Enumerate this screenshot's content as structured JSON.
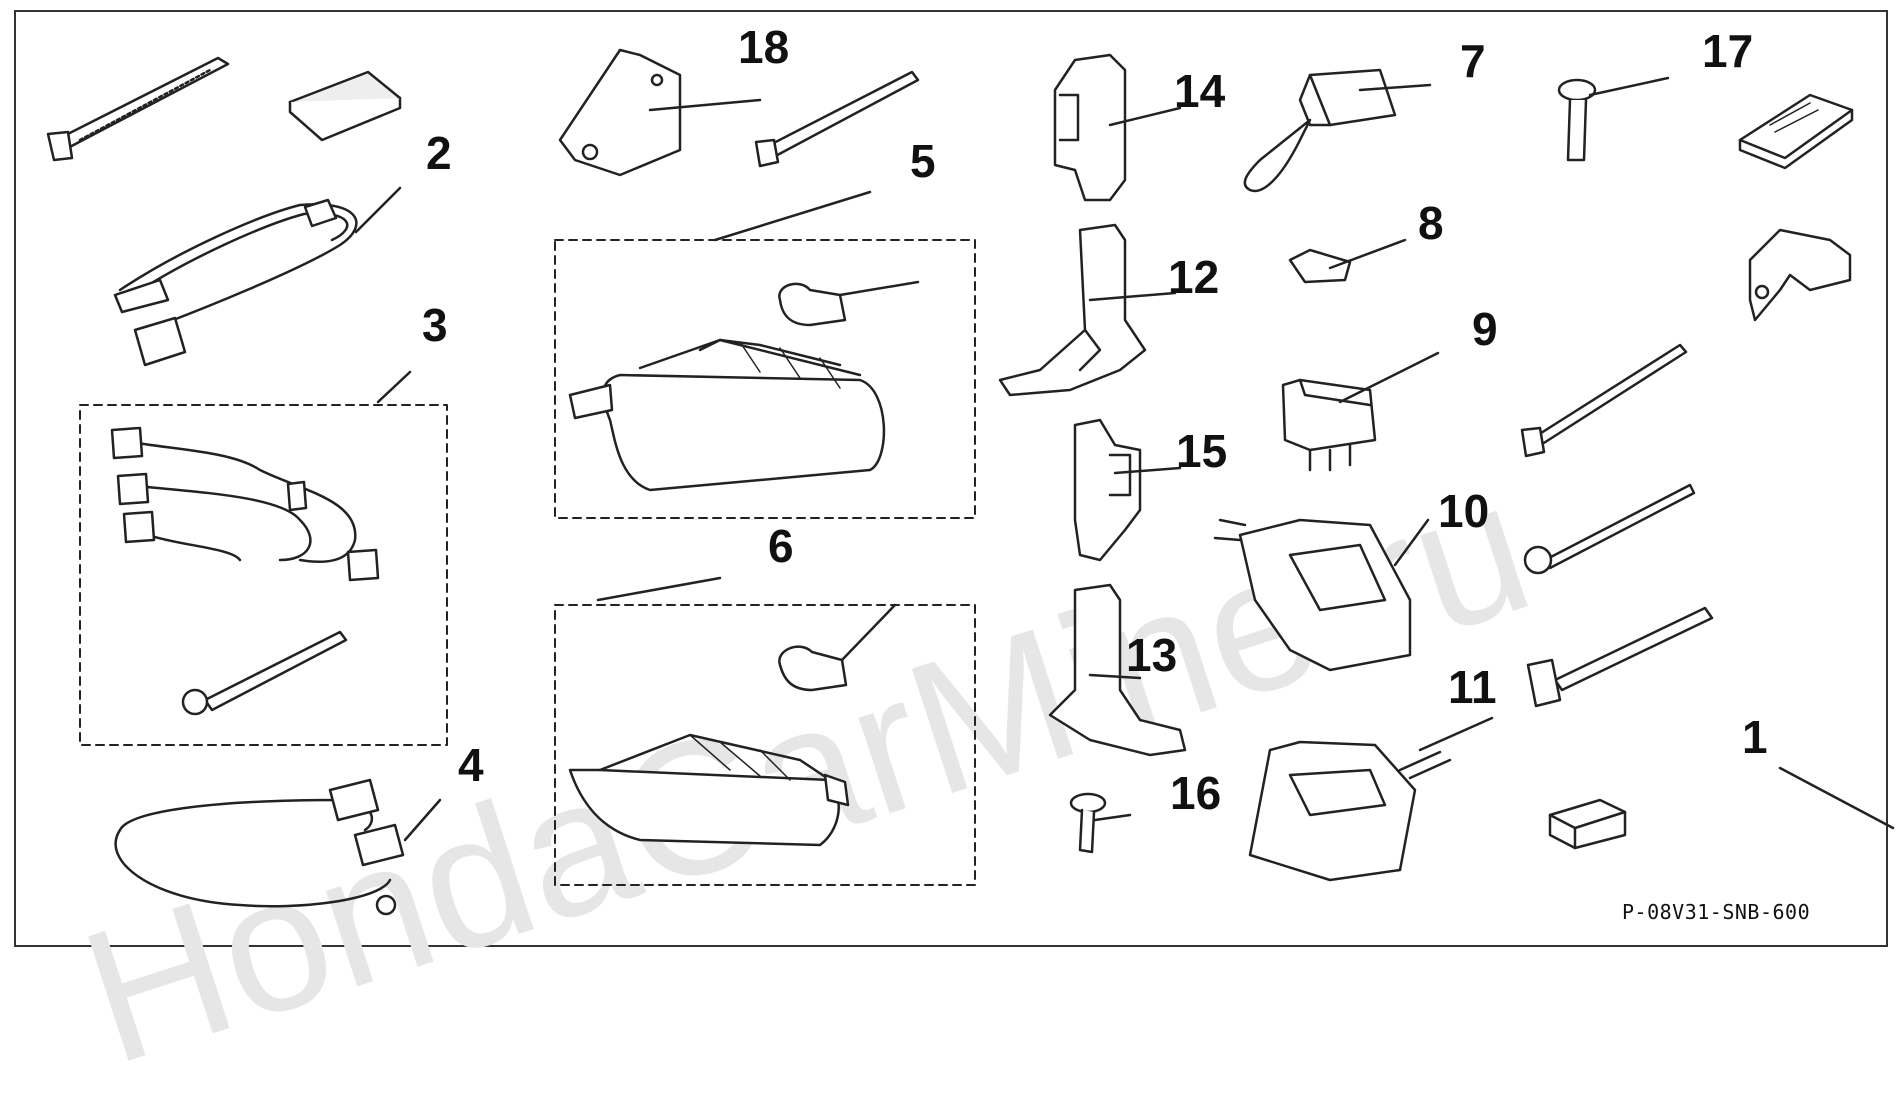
{
  "watermark": "HondaCarMine.ru",
  "callouts": {
    "n1": "1",
    "n2": "2",
    "n3": "3",
    "n4": "4",
    "n5": "5",
    "n6": "6",
    "n7": "7",
    "n8": "8",
    "n9": "9",
    "n10": "10",
    "n11": "11",
    "n12": "12",
    "n13": "13",
    "n14": "14",
    "n15": "15",
    "n16": "16",
    "n17": "17",
    "n18": "18"
  },
  "diagram_code": "P-08V31-SNB-600"
}
